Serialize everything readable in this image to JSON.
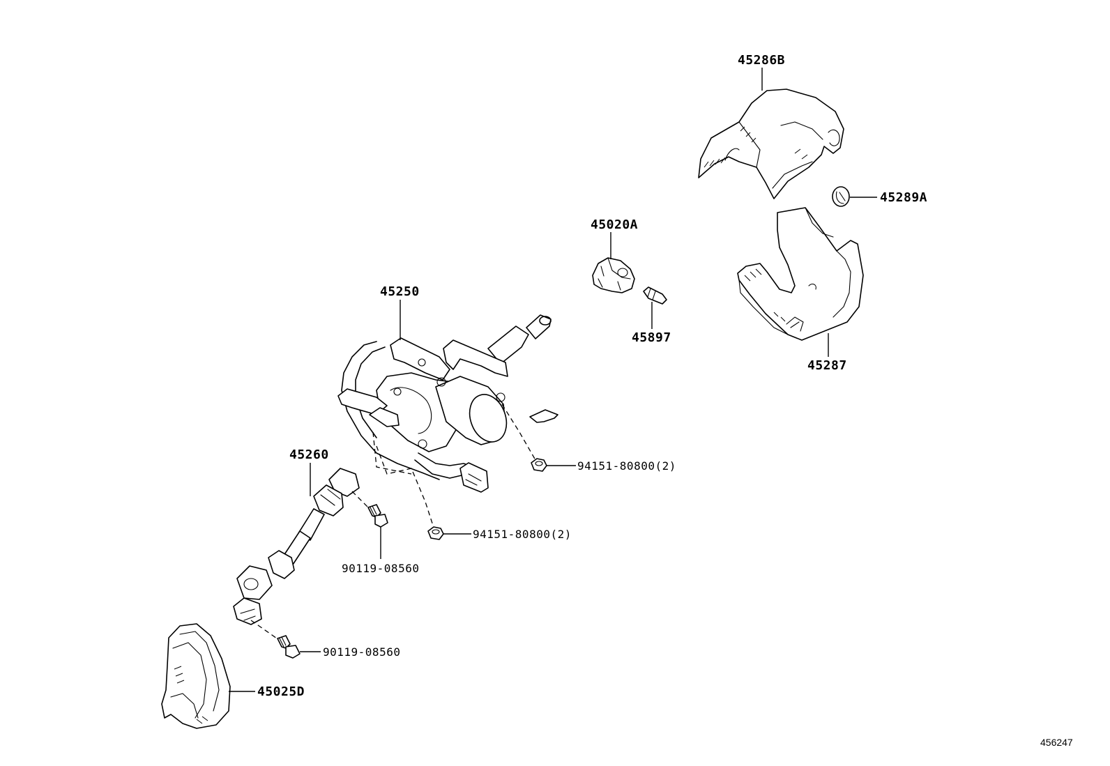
{
  "diagram": {
    "figure_code": "456247",
    "parts": {
      "upper_column_cover": "45286B",
      "cover_plug": "45289A",
      "lower_column_cover": "45287",
      "key_cylinder_housing": "45020A",
      "pin": "45897",
      "steering_column_assy": "45250",
      "intermediate_shaft": "45260",
      "nut_right": "94151-80800(2)",
      "nut_left": "94151-80800(2)",
      "bolt_upper": "90119-08560",
      "bolt_lower": "90119-08560",
      "column_hole_cover": "45025D"
    }
  }
}
